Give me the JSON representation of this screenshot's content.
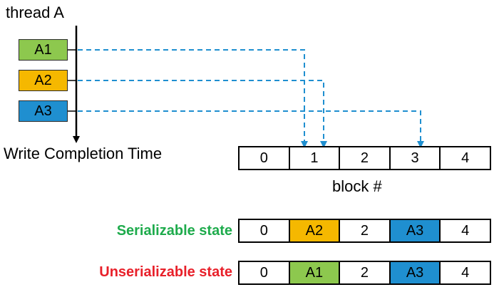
{
  "thread": {
    "title": "thread A",
    "axis_label": "Write Completion Time",
    "operations": [
      {
        "label": "A1",
        "color": "#8dc84e",
        "target_block": 1
      },
      {
        "label": "A2",
        "color": "#f5b800",
        "target_block": 1
      },
      {
        "label": "A3",
        "color": "#1f8fd0",
        "target_block": 3
      }
    ]
  },
  "block_row": {
    "caption": "block #",
    "cells": [
      {
        "text": "0",
        "color": "#ffffff"
      },
      {
        "text": "1",
        "color": "#ffffff"
      },
      {
        "text": "2",
        "color": "#ffffff"
      },
      {
        "text": "3",
        "color": "#ffffff"
      },
      {
        "text": "4",
        "color": "#ffffff"
      }
    ]
  },
  "states": [
    {
      "label": "Serializable state",
      "label_color": "#1eab4c",
      "cells": [
        {
          "text": "0",
          "color": "#ffffff"
        },
        {
          "text": "A2",
          "color": "#f5b800"
        },
        {
          "text": "2",
          "color": "#ffffff"
        },
        {
          "text": "A3",
          "color": "#1f8fd0"
        },
        {
          "text": "4",
          "color": "#ffffff"
        }
      ]
    },
    {
      "label": "Unserializable state",
      "label_color": "#e8202a",
      "cells": [
        {
          "text": "0",
          "color": "#ffffff"
        },
        {
          "text": "A1",
          "color": "#8dc84e"
        },
        {
          "text": "2",
          "color": "#ffffff"
        },
        {
          "text": "A3",
          "color": "#1f8fd0"
        },
        {
          "text": "4",
          "color": "#ffffff"
        }
      ]
    }
  ],
  "colors": {
    "arrow": "#1f8fd0",
    "axis": "#000000"
  }
}
